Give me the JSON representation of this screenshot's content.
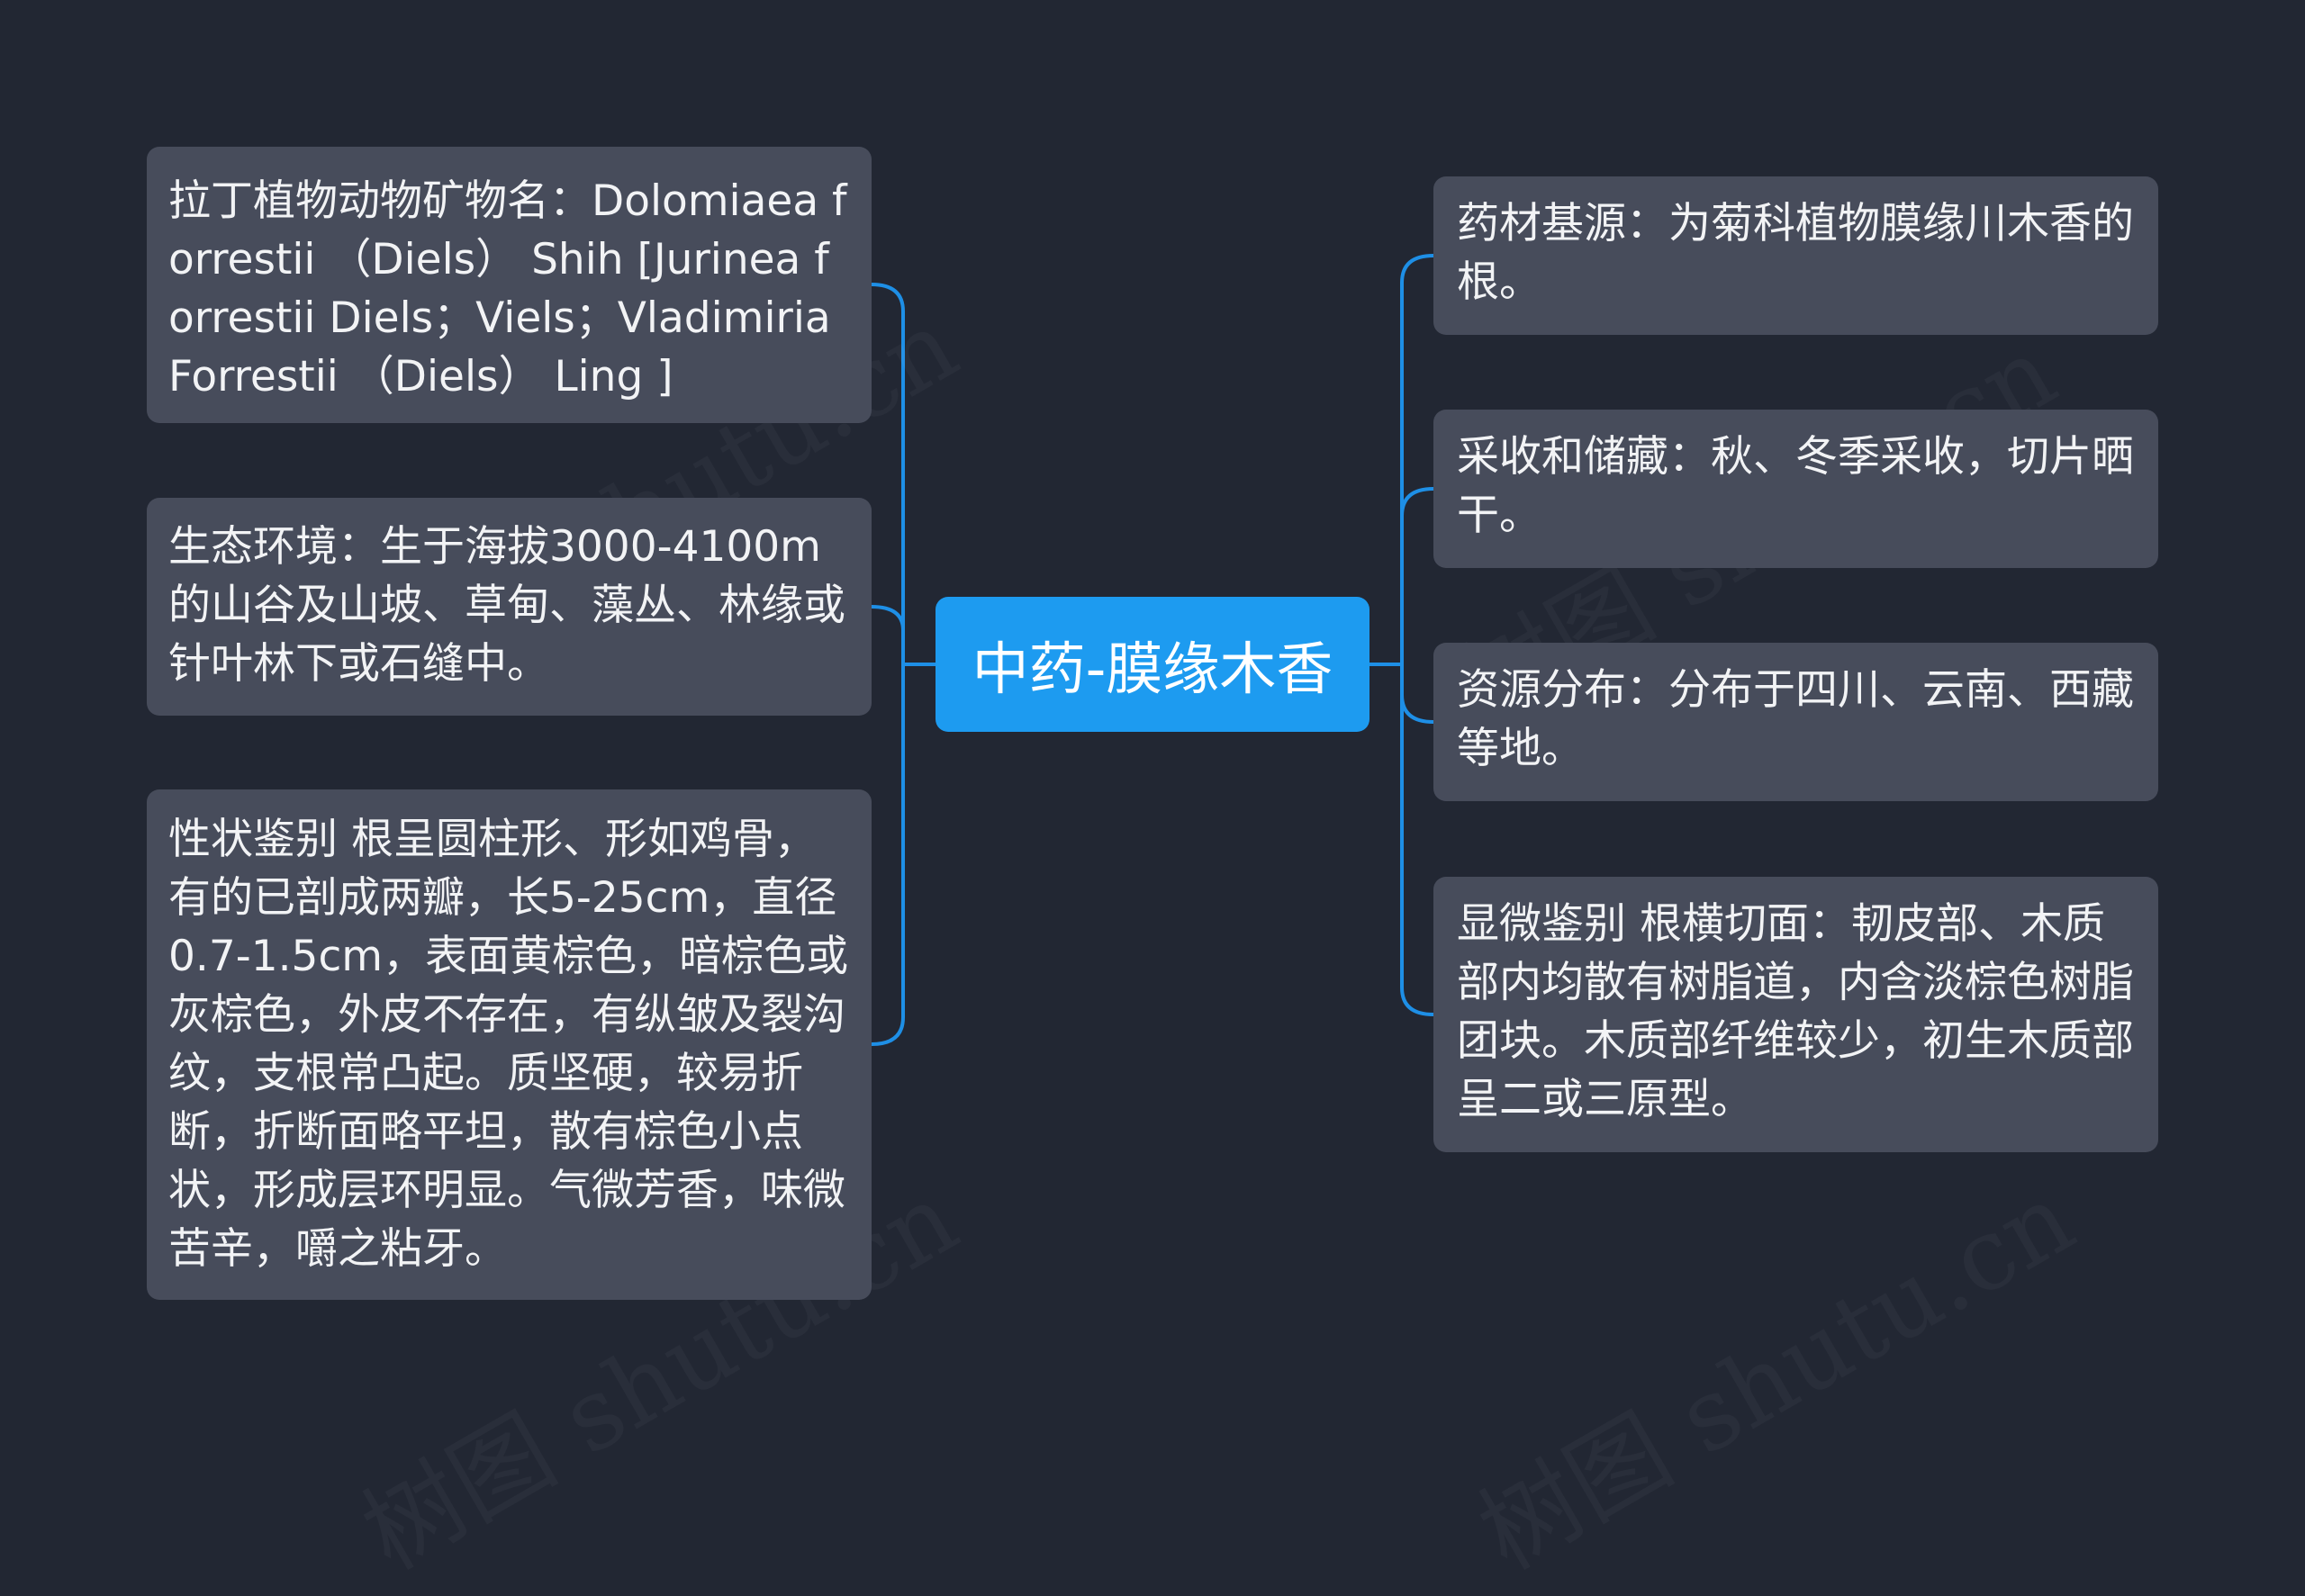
{
  "center": {
    "label": "中药-膜缘木香"
  },
  "left_nodes": [
    {
      "text": "拉丁植物动物矿物名：Dolomiaea forrestii （Diels） Shih [Jurinea forrestii Diels；Viels；Vladimiria Forrestii （Diels） Ling ]"
    },
    {
      "text": "生态环境：生于海拔3000-4100m的山谷及山坡、草甸、藻丛、林缘或针叶林下或石缝中。"
    },
    {
      "text": "性状鉴别 根呈圆柱形、形如鸡骨，有的已剖成两瓣，长5-25cm，直径0.7-1.5cm，表面黄棕色，暗棕色或灰棕色，外皮不存在，有纵皱及裂沟纹，支根常凸起。质坚硬，较易折断，折断面略平坦，散有棕色小点状，形成层环明显。气微芳香，味微苦辛，嚼之粘牙。"
    }
  ],
  "right_nodes": [
    {
      "text": "药材基源：为菊科植物膜缘川木香的根。"
    },
    {
      "text": "采收和储藏：秋、冬季采收，切片晒干。"
    },
    {
      "text": "资源分布：分布于四川、云南、西藏等地。"
    },
    {
      "text": "显微鉴别 根横切面：韧皮部、木质部内均散有树脂道，内含淡棕色树脂团块。木质部纤维较少，初生木质部呈二或三原型。"
    }
  ],
  "watermark": {
    "text": "树图 shutu.cn"
  },
  "colors": {
    "background": "#222733",
    "node": "#474c5b",
    "center": "#1d9bf0",
    "connector": "#1e8fe6",
    "text": "#f2f3f5"
  }
}
